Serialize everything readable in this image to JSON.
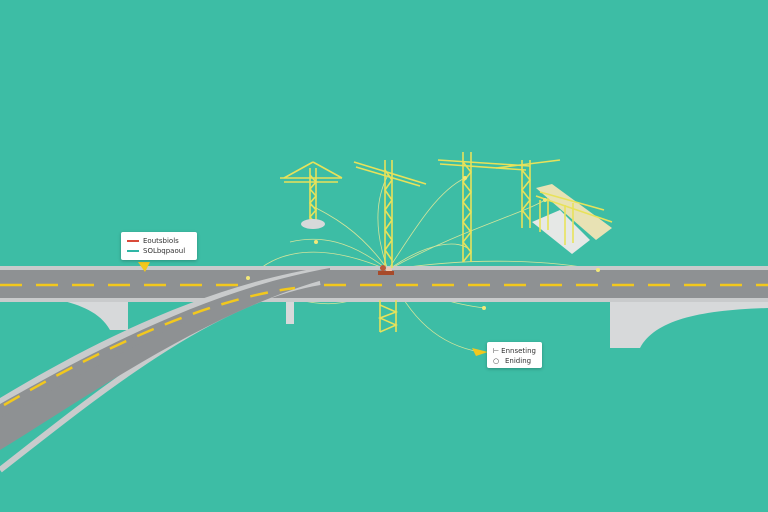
{
  "colors": {
    "background": "#3dbda5",
    "road": "#8e9193",
    "road_edge": "#c9cbcc",
    "lane_mark": "#f2c81d",
    "pier": "#d7d9da",
    "crane": "#e8e25a",
    "cable": "#e6ea9a"
  },
  "label_left": {
    "rows": [
      {
        "text": "Eoutsbiols",
        "swatch": "#d94a3a"
      },
      {
        "text": "SOLbqpaoul",
        "swatch": "#2fb6a6"
      }
    ]
  },
  "label_right": {
    "rows": [
      {
        "text": "Ennseting",
        "icon": "dash-icon"
      },
      {
        "text": "Eniding",
        "icon": "ring-icon"
      }
    ]
  }
}
